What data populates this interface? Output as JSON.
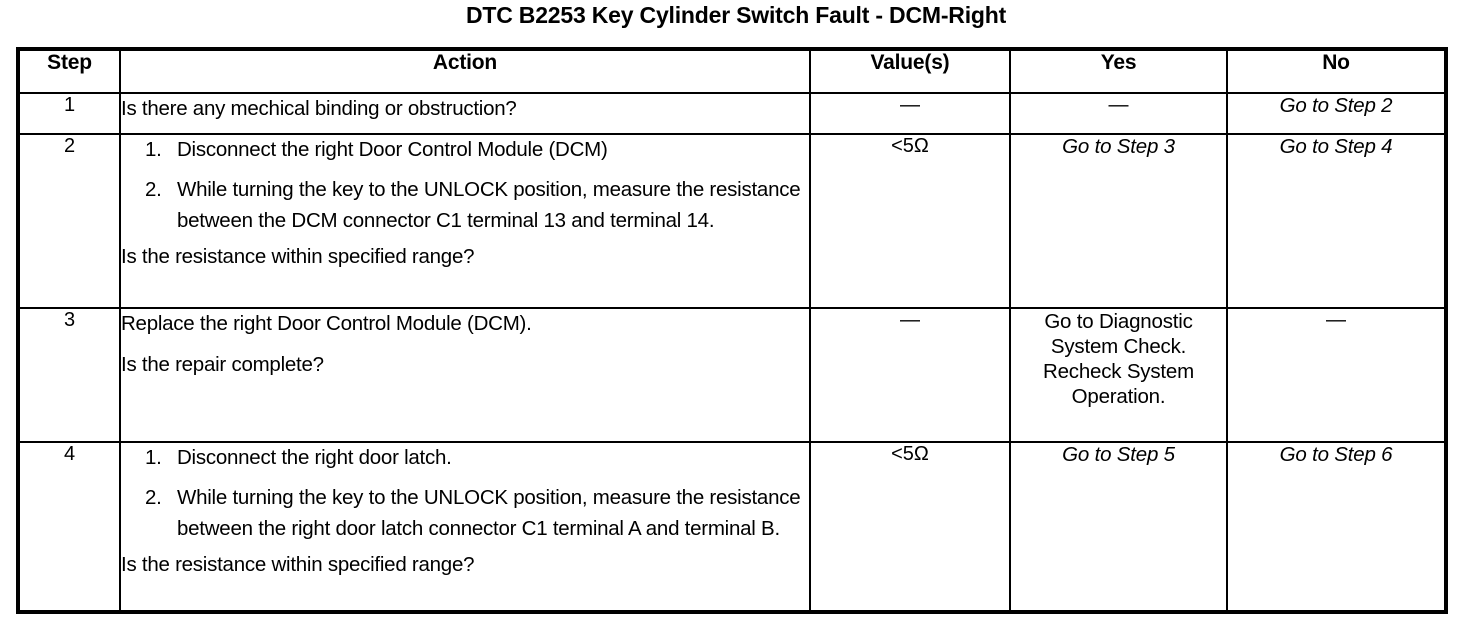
{
  "title": "DTC B2253 Key Cylinder Switch Fault - DCM-Right",
  "table": {
    "headers": {
      "step": "Step",
      "action": "Action",
      "value": "Value(s)",
      "yes": "Yes",
      "no": "No"
    },
    "rows": [
      {
        "step": "1",
        "action": {
          "lead": "Is there any mechical binding or obstruction?",
          "items": [],
          "tail": ""
        },
        "value": "—",
        "yes": "—",
        "no": "Go to Step 2"
      },
      {
        "step": "2",
        "action": {
          "lead": "",
          "items": [
            {
              "num": "1.",
              "text": "Disconnect the right Door Control Module (DCM)"
            },
            {
              "num": "2.",
              "text": "While turning the key to the UNLOCK position, measure the resistance between the DCM connector C1 terminal 13 and terminal 14."
            }
          ],
          "tail": "Is the resistance within specified range?"
        },
        "value": "<5Ω",
        "yes": "Go to Step 3",
        "no": "Go to Step 4"
      },
      {
        "step": "3",
        "action": {
          "lead": "Replace the right Door Control Module (DCM).",
          "items": [],
          "tail": "Is the repair complete?"
        },
        "value": "—",
        "yes": "Go to Diagnostic System Check. Recheck System Operation.",
        "no": "—"
      },
      {
        "step": "4",
        "action": {
          "lead": "",
          "items": [
            {
              "num": "1.",
              "text": "Disconnect the right door latch."
            },
            {
              "num": "2.",
              "text": "While turning the key to the UNLOCK position, measure the resistance between the right door latch connector C1 terminal A and terminal B."
            }
          ],
          "tail": "Is the resistance within specified range?"
        },
        "value": "<5Ω",
        "yes": "Go to Step 5",
        "no": "Go to Step 6"
      }
    ]
  },
  "colors": {
    "ink": "#000000",
    "paper": "#ffffff"
  }
}
